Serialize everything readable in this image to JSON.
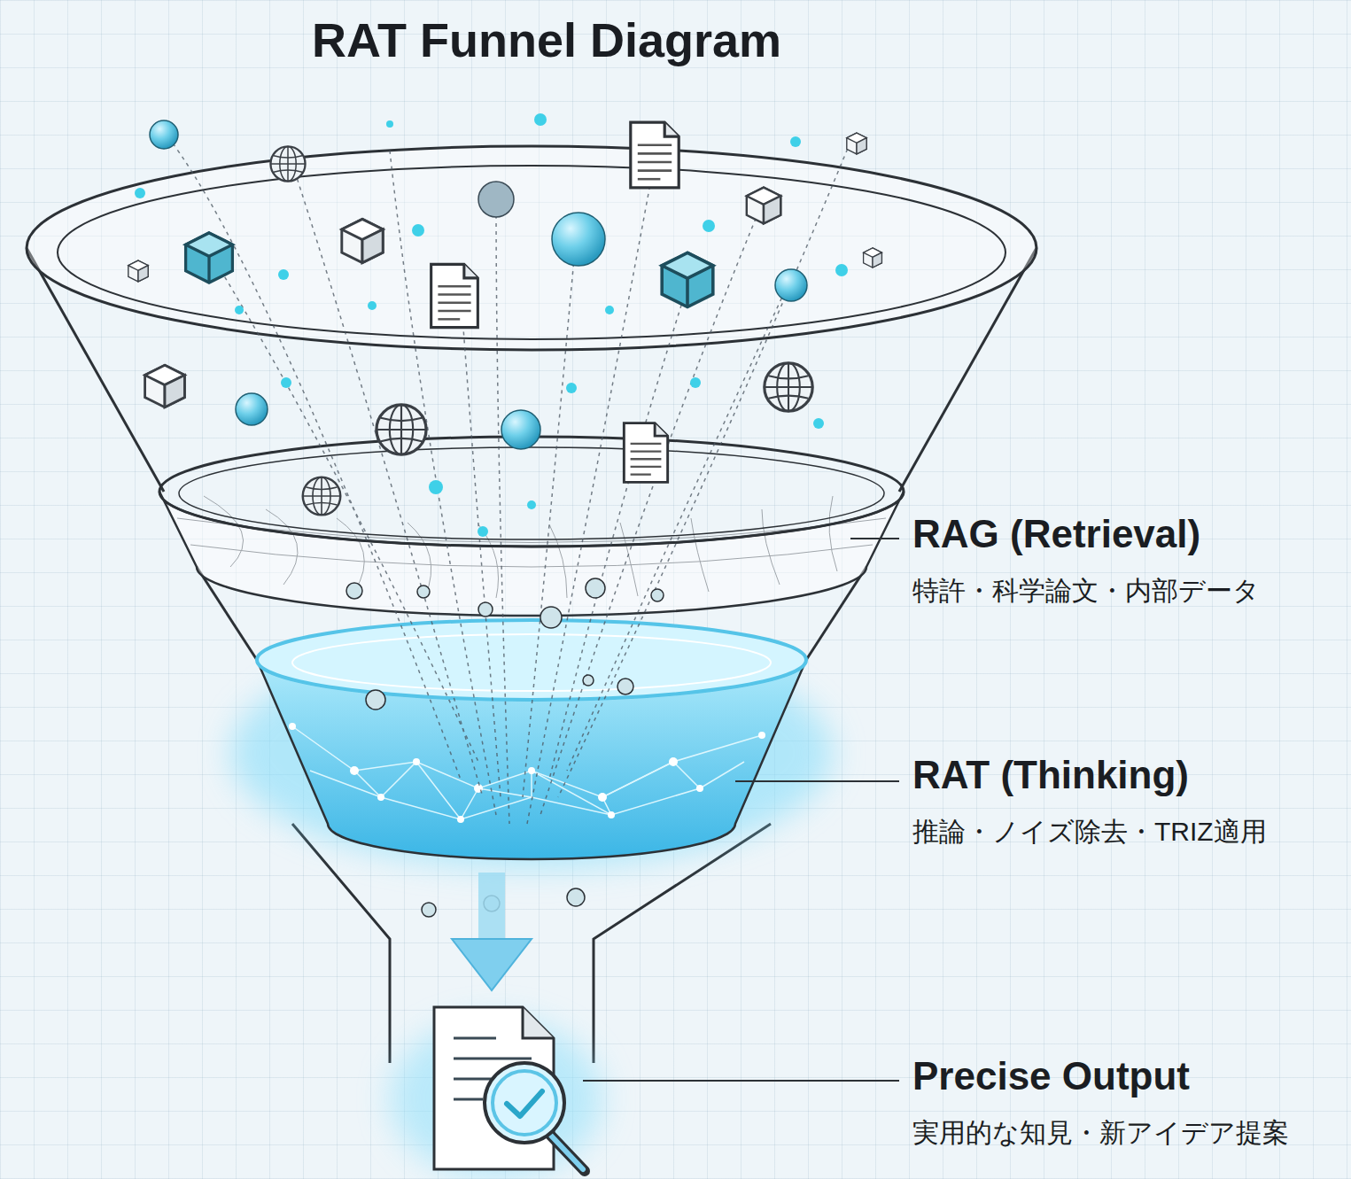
{
  "diagram": {
    "title": "RAT Funnel Diagram",
    "labels": [
      "RAG (Retrieval)",
      "特許・科学論文・内部データ",
      "RAT (Thinking)",
      "推論・ノイズ除去・TRIZ適用",
      "Precise Output",
      "実用的な知見・新アイデア提案"
    ]
  }
}
